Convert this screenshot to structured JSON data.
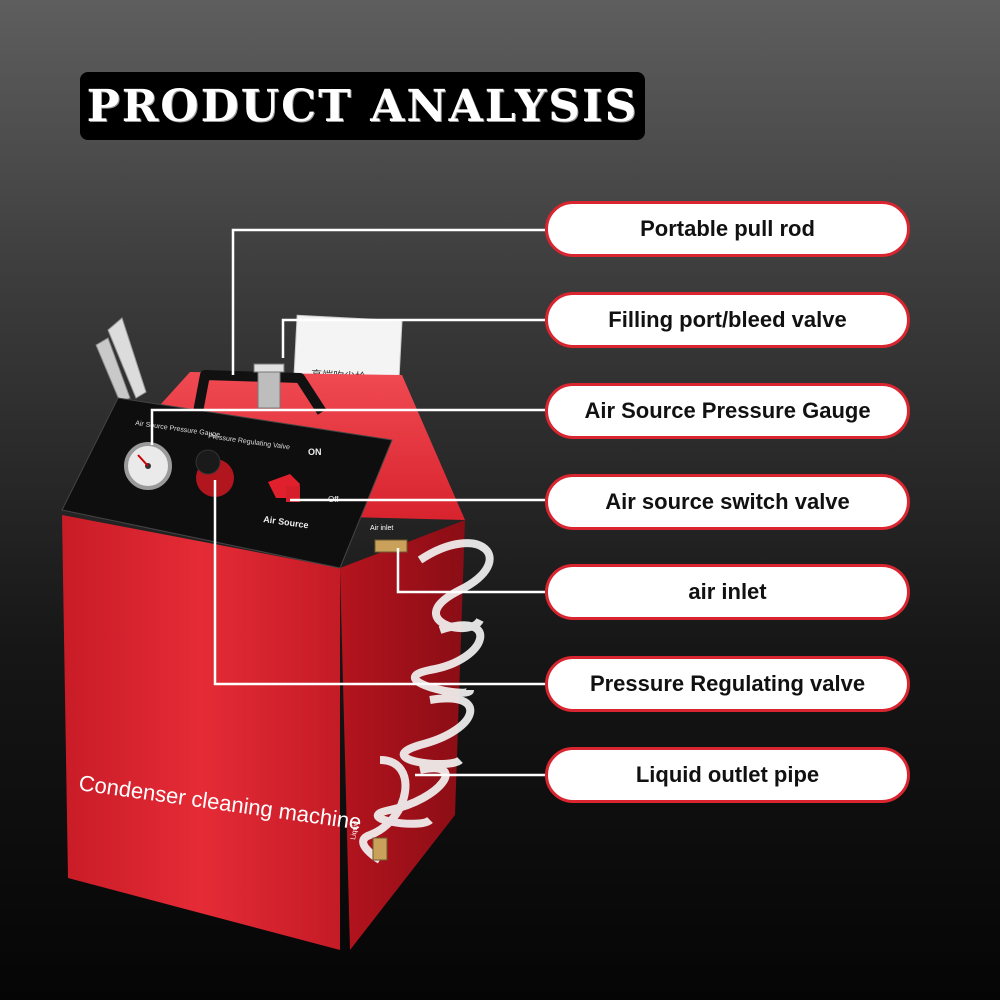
{
  "title": "PRODUCT ANALYSIS",
  "machine": {
    "body_label": "Condenser cleaning machine",
    "panel_labels": {
      "gauge": "Air Source Pressure Gauge",
      "regulating": "Pressure Regulating Valve",
      "on": "ON",
      "off": "Off",
      "air_source": "Air Source",
      "air_inlet": "Air inlet",
      "liquid": "Liquid",
      "tag": "高端吹尘枪"
    }
  },
  "callouts": [
    "Portable pull rod",
    "Filling port/bleed valve",
    "Air Source Pressure Gauge",
    "Air source switch valve",
    "air inlet",
    "Pressure Regulating valve",
    "Liquid outlet pipe"
  ],
  "colors": {
    "machine_red": "#d8232e",
    "pill_border": "#d8252f",
    "leader_line": "#ffffff"
  }
}
